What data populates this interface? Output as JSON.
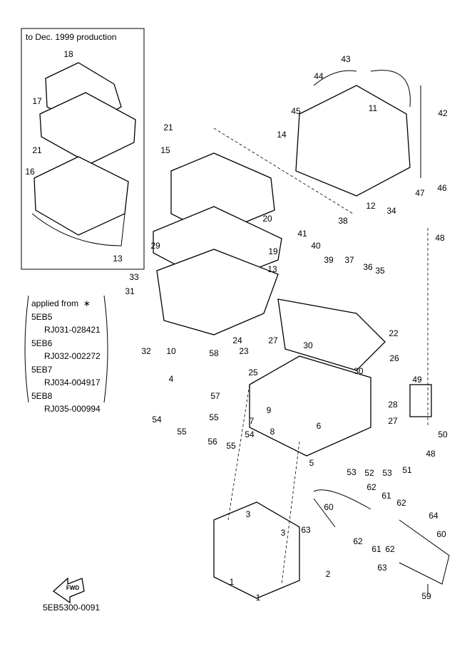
{
  "inset": {
    "title": "to Dec. 1999 production",
    "callouts": [
      "18",
      "17",
      "21",
      "16",
      "13"
    ]
  },
  "applied_note": {
    "heading": "applied from",
    "symbol": "∗",
    "entries": [
      {
        "model": "5EB5",
        "serial": "RJ031-028421"
      },
      {
        "model": "5EB6",
        "serial": "RJ032-002272"
      },
      {
        "model": "5EB7",
        "serial": "RJ034-004917"
      },
      {
        "model": "5EB8",
        "serial": "RJ035-000994"
      }
    ]
  },
  "callouts": [
    "21",
    "15",
    "43",
    "44",
    "11",
    "42",
    "45",
    "14",
    "12",
    "46",
    "47",
    "34",
    "48",
    "41",
    "38",
    "40",
    "37",
    "39",
    "36",
    "35",
    "20",
    "29",
    "19",
    "33",
    "13",
    "31",
    "22",
    "26",
    "24",
    "23",
    "27",
    "30",
    "30",
    "32",
    "10",
    "25",
    "58",
    "4",
    "57",
    "49",
    "28",
    "9",
    "7",
    "6",
    "8",
    "27",
    "50",
    "54",
    "55",
    "55",
    "56",
    "55",
    "54",
    "48",
    "5",
    "51",
    "53",
    "52",
    "53",
    "62",
    "61",
    "62",
    "60",
    "64",
    "63",
    "62",
    "61",
    "62",
    "60",
    "3",
    "3",
    "2",
    "63",
    "59",
    "1",
    "1"
  ],
  "fwd_label": "FWD",
  "diagram_code": "5EB5300-0091"
}
